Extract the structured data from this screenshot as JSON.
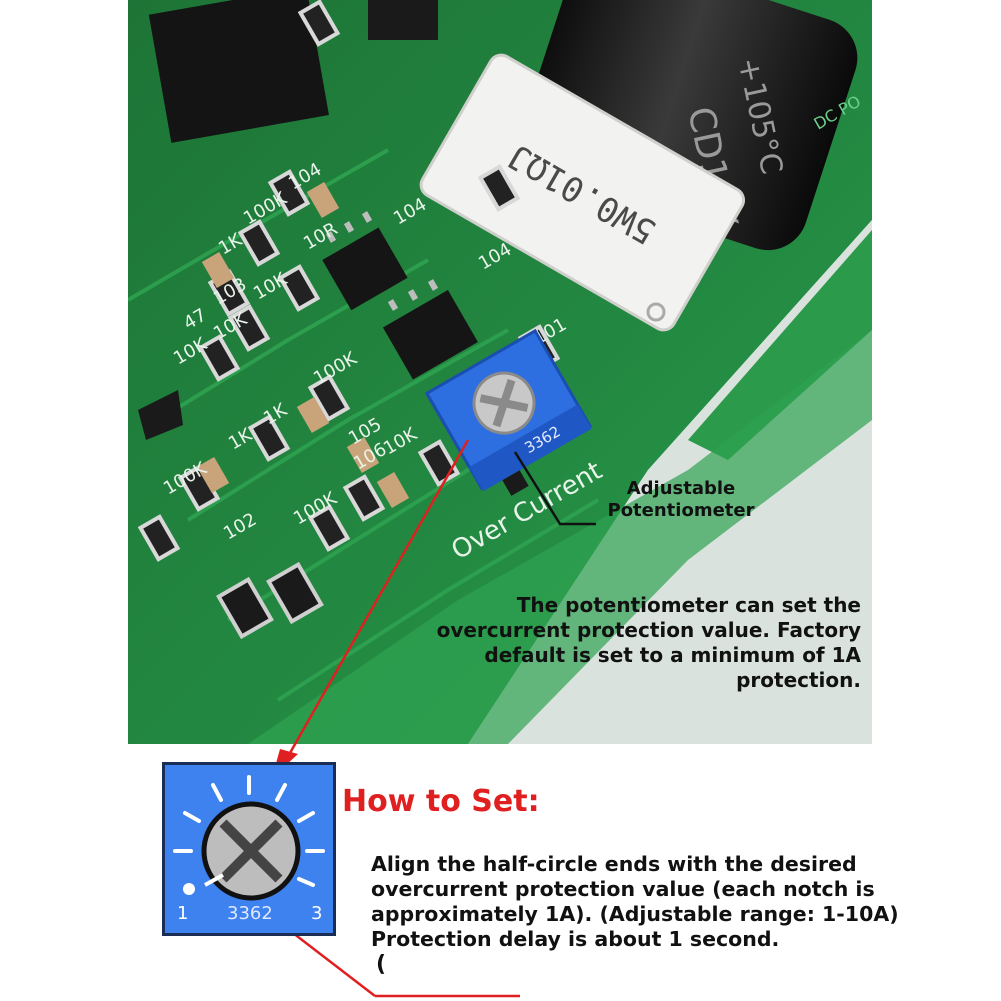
{
  "photo": {
    "resistor_marking": "5W0.01ΩJ",
    "capacitor_markings": [
      "CD11X",
      "+105°C"
    ],
    "board_marking": "Over Current",
    "pot_marking": "3362",
    "smd_labels": [
      "104",
      "1K",
      "100K",
      "104",
      "10R",
      "10K",
      "103",
      "47",
      "10K",
      "10K",
      "100K",
      "1K",
      "1K",
      "105",
      "100K",
      "106",
      "10K",
      "100K",
      "102",
      "101",
      "104",
      "DC PO"
    ]
  },
  "callout": {
    "label_line1": "Adjustable",
    "label_line2": "Potentiometer"
  },
  "description": {
    "line1": "The potentiometer can set the",
    "line2": "overcurrent protection value. Factory",
    "line3": "default is set to a minimum of 1A",
    "line4": "protection."
  },
  "howto": {
    "title": "How to Set:",
    "line1": "Align the half-circle ends with the desired",
    "line2": "overcurrent protection value (each notch is",
    "line3": "approximately 1A). (Adjustable range: 1-10A)",
    "line4": "Protection delay is about 1 second.",
    "stray_char": "("
  },
  "dial": {
    "left_number": "1",
    "model": "3362",
    "right_number": "3"
  },
  "colors": {
    "pcb_green": "#1f7a3a",
    "pot_blue": "#3d82ef",
    "arrow_red": "#e02020",
    "title_red": "#e02020"
  }
}
